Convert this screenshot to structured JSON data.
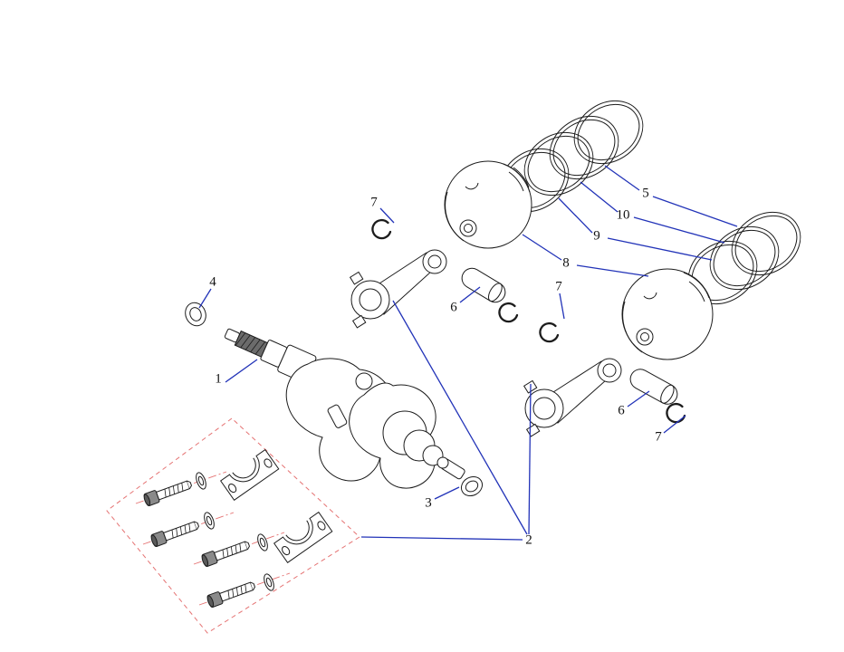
{
  "colors": {
    "background": "#ffffff",
    "part_outline": "#1c1c1c",
    "leader_line": "#2233b8",
    "boundary_dashed": "#e57373"
  },
  "callouts": [
    {
      "id": "7-top",
      "text": "7"
    },
    {
      "id": "5",
      "text": "5"
    },
    {
      "id": "10",
      "text": "10"
    },
    {
      "id": "9",
      "text": "9"
    },
    {
      "id": "8",
      "text": "8"
    },
    {
      "id": "4",
      "text": "4"
    },
    {
      "id": "1",
      "text": "1"
    },
    {
      "id": "6-upper",
      "text": "6"
    },
    {
      "id": "7-mid",
      "text": "7"
    },
    {
      "id": "6-lower",
      "text": "6"
    },
    {
      "id": "7-right",
      "text": "7"
    },
    {
      "id": "3",
      "text": "3"
    },
    {
      "id": "2",
      "text": "2"
    }
  ]
}
